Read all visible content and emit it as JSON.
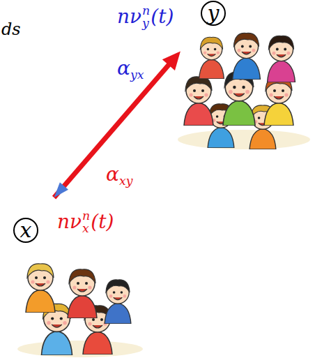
{
  "diagram": {
    "nodes": [
      {
        "text": [
          "y"
        ]
      },
      {
        "text": [
          "x"
        ]
      }
    ],
    "edges": [
      {
        "from": 1,
        "to": 0,
        "arrow": "both"
      }
    ],
    "labels": [
      "ds",
      "nν",
      "n",
      "y",
      "(t)",
      "α",
      "yx",
      "α",
      "xy",
      "nν",
      "n",
      "x",
      "(t)"
    ]
  }
}
